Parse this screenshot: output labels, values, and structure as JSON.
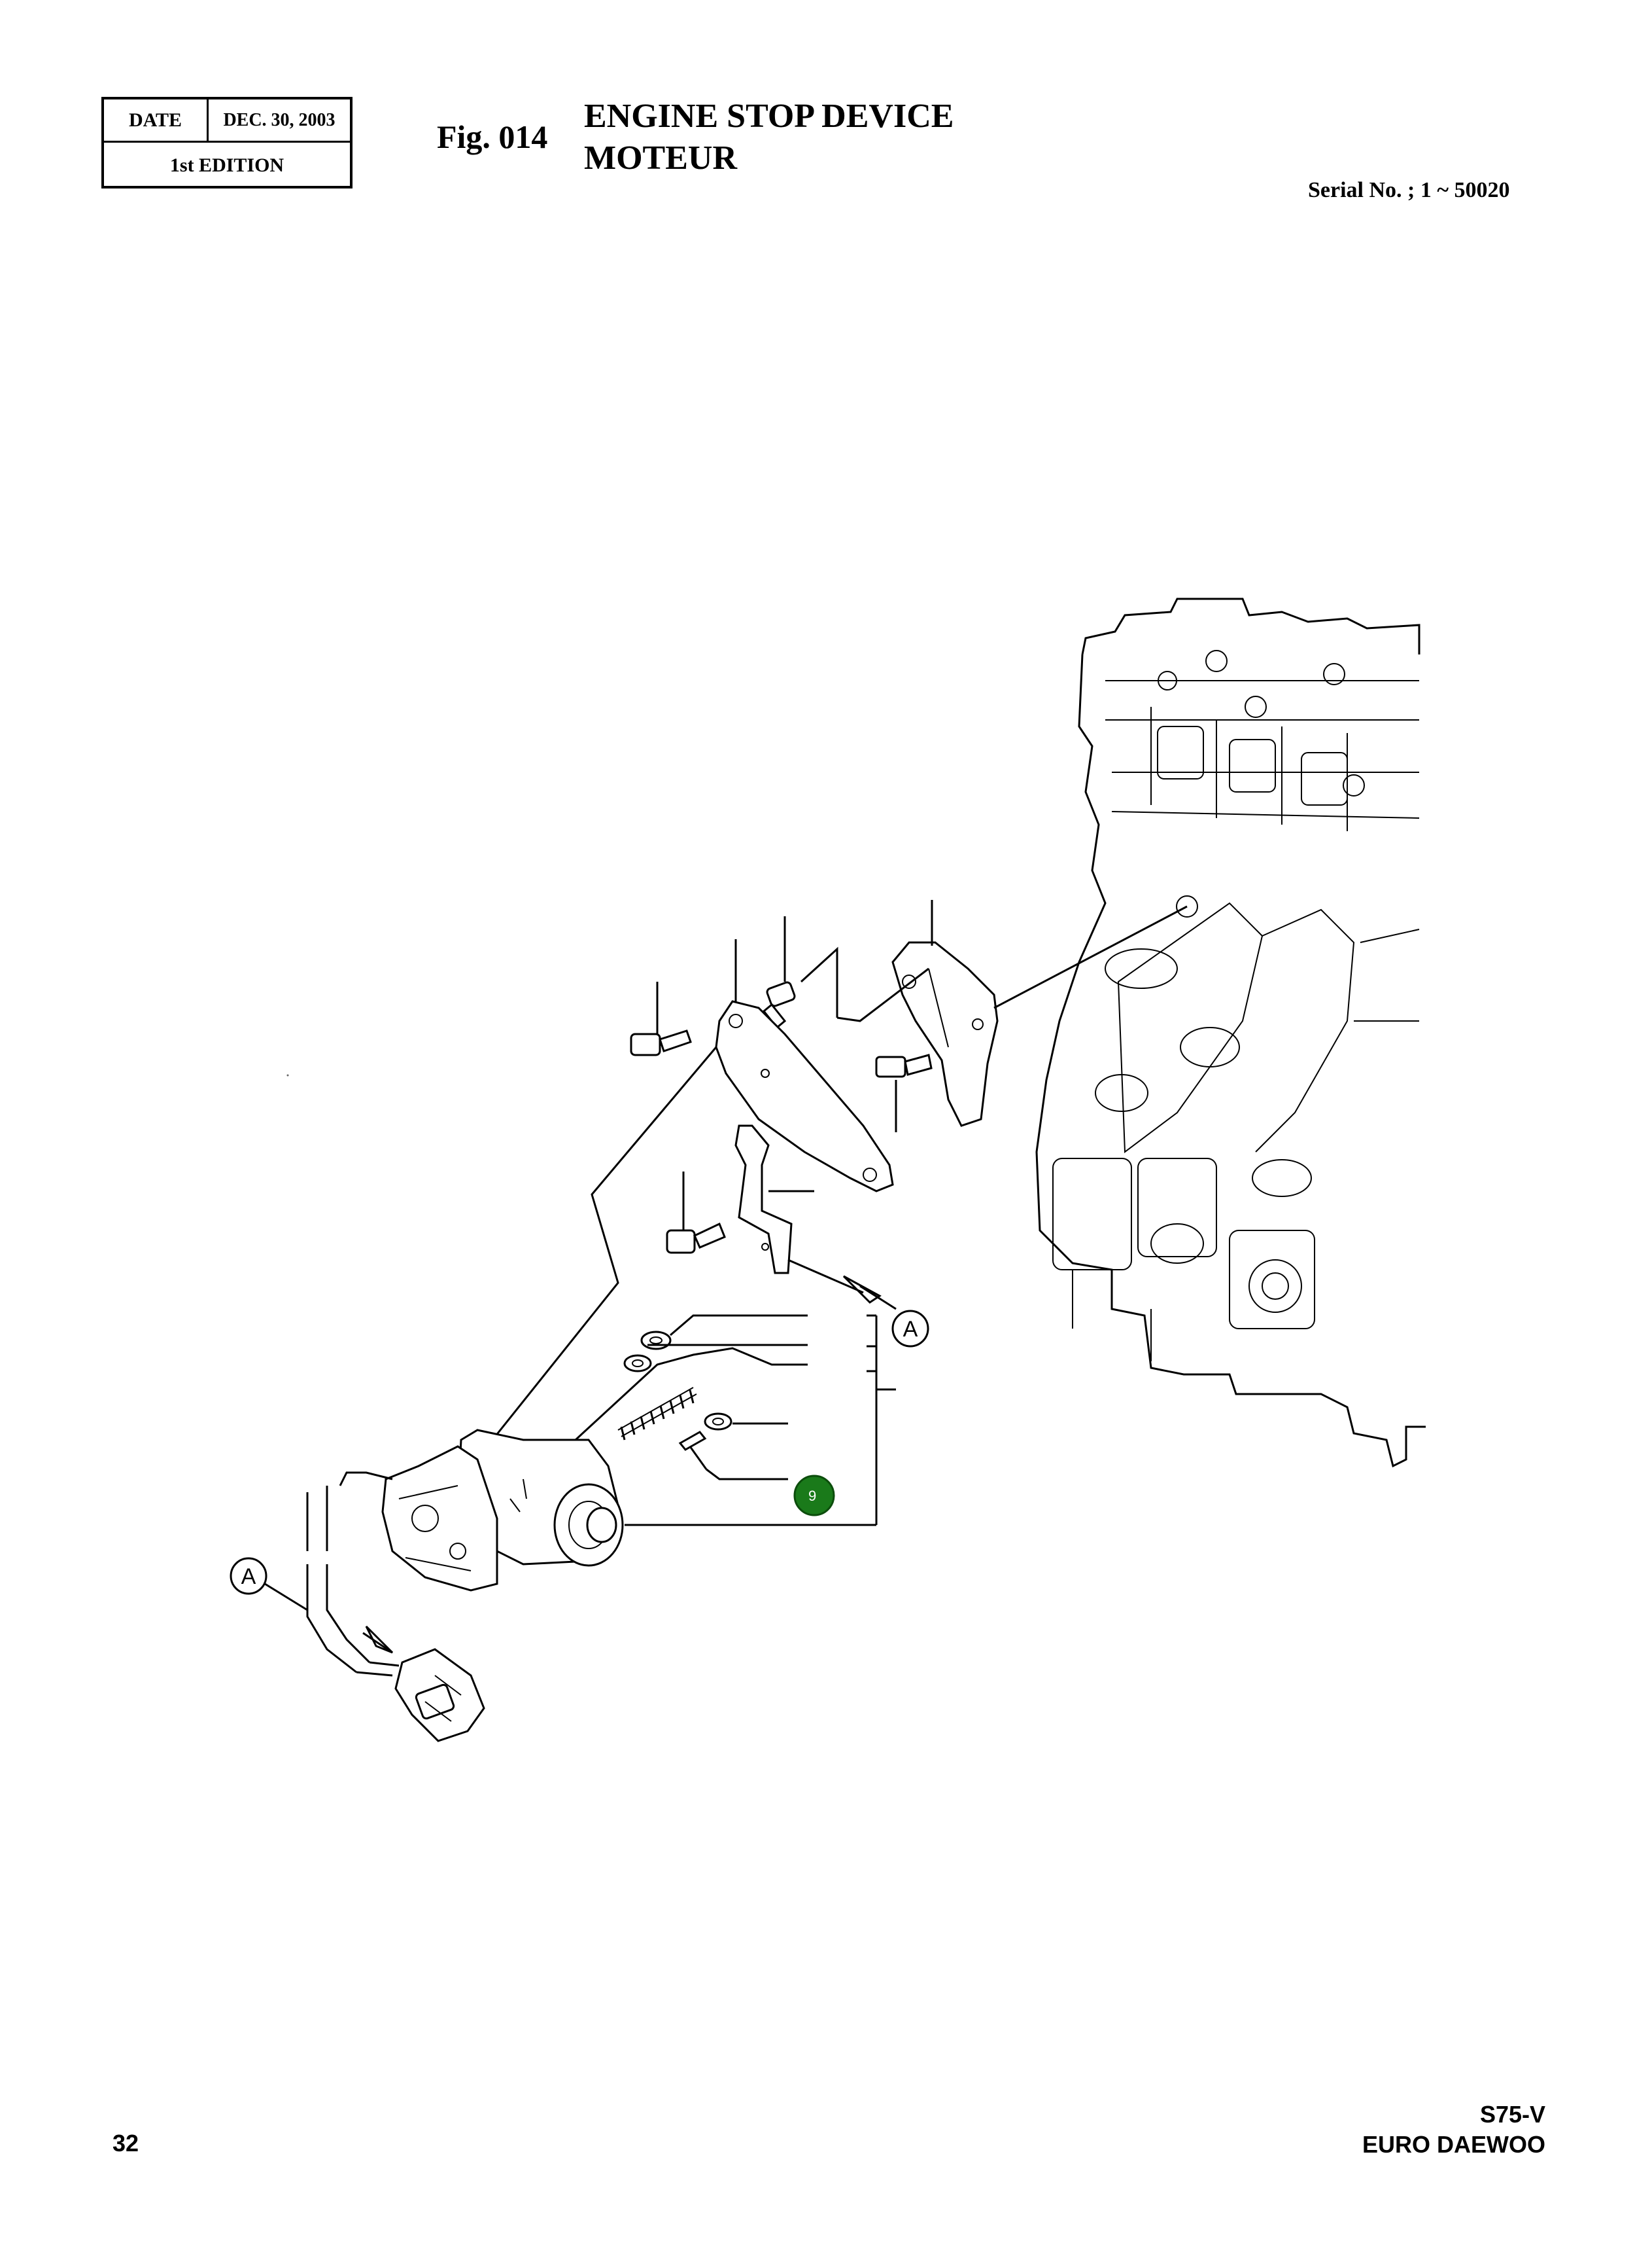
{
  "header": {
    "date_label": "DATE",
    "date_value": "DEC. 30, 2003",
    "edition": "1st EDITION",
    "fig_number": "Fig. 014",
    "title_en": "ENGINE STOP DEVICE",
    "title_fr": "MOTEUR",
    "serial": "Serial No. ; 1 ~ 50020"
  },
  "diagram": {
    "callouts": [
      {
        "label": "9",
        "color": "#1a7a1a"
      }
    ],
    "reference_markers": [
      "A",
      "A"
    ]
  },
  "footer": {
    "page_number": "32",
    "model": "S75-V",
    "brand": "EURO DAEWOO"
  }
}
